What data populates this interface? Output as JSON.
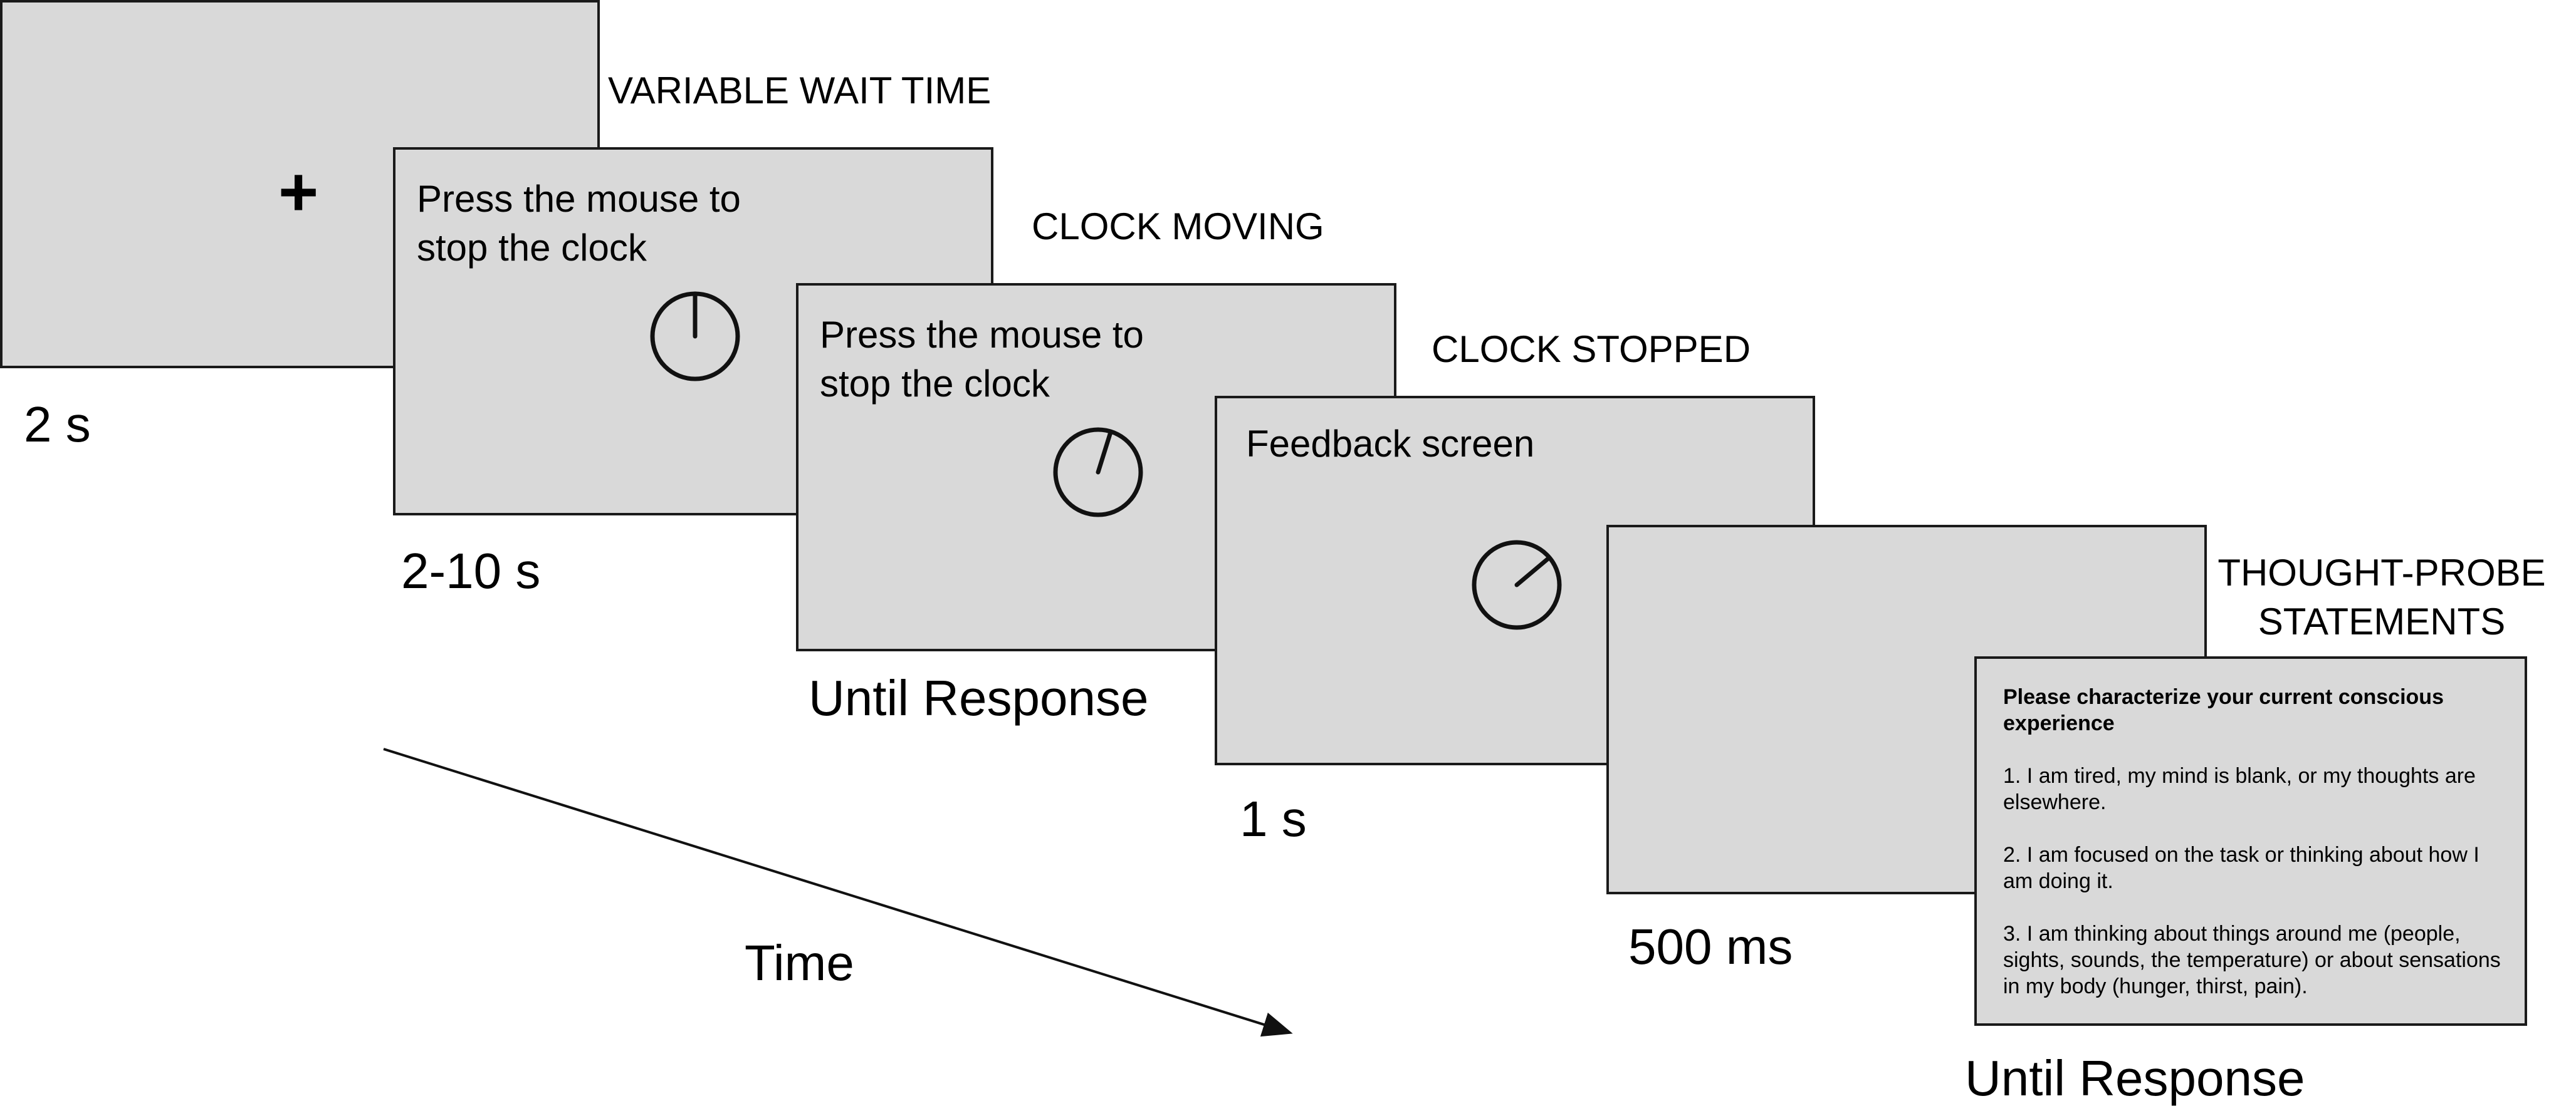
{
  "phases": [
    {
      "id": "fixation",
      "duration": "2 s",
      "label": "",
      "symbol": "+"
    },
    {
      "id": "wait",
      "duration": "2-10 s",
      "label": "VARIABLE WAIT TIME",
      "instruction": "Press the mouse to stop the clock"
    },
    {
      "id": "moving",
      "duration": "Until Response",
      "label": "CLOCK MOVING",
      "instruction": "Press the mouse to stop the clock"
    },
    {
      "id": "stopped",
      "duration": "1 s",
      "label": "CLOCK STOPPED",
      "instruction": "Feedback screen"
    },
    {
      "id": "blank",
      "duration": "500 ms",
      "label": ""
    },
    {
      "id": "probe",
      "duration": "Until Response",
      "label_line1": "THOUGHT-PROBE",
      "label_line2": "STATEMENTS"
    }
  ],
  "probe": {
    "heading": "Please characterize your current conscious experience",
    "statements": [
      "1. I am tired, my mind is blank, or my thoughts are elsewhere.",
      "2. I am focused on the task or thinking about how I am doing it.",
      "3. I am thinking about things around me (people, sights, sounds, the temperature) or about sensations in my body (hunger, thirst, pain)."
    ]
  },
  "time_axis": {
    "label": "Time"
  }
}
